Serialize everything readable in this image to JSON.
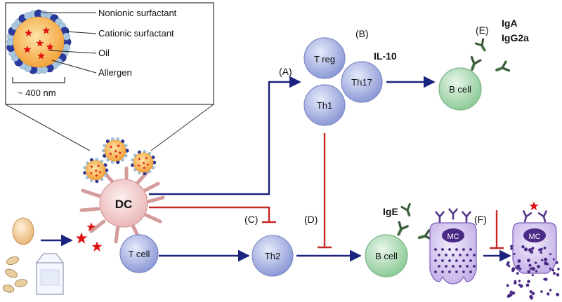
{
  "legend": {
    "nonionic": "Nonionic surfactant",
    "cationic": "Cationic surfactant",
    "oil": "Oil",
    "allergen": "Allergen",
    "size": "~ 400 nm"
  },
  "cells": {
    "dc": "DC",
    "t_cell": "T cell",
    "t_reg": "T reg",
    "th17": "Th17",
    "th1": "Th1",
    "th2": "Th2",
    "b_cell_top": "B cell",
    "b_cell_bottom": "B cell",
    "mc_left": "MC",
    "mc_right": "MC"
  },
  "pathway_labels": {
    "a": "(A)",
    "b": "(B)",
    "c": "(C)",
    "d": "(D)",
    "e": "(E)",
    "f": "(F)"
  },
  "molecules": {
    "il10": "IL-10",
    "iga": "IgA",
    "igg2a": "IgG2a",
    "ige": "IgE"
  },
  "colors": {
    "blue_arrow": "#1a237e",
    "red_inhibit": "#c62828",
    "t_cell_fill": "#b9c3ea",
    "b_cell_fill": "#bfe3c4",
    "dc_fill": "#f6d6d6",
    "oil_fill": "#f7a943",
    "mast_fill": "#d5c5ef",
    "nucleus": "#4a2a86",
    "allergen": "#e01010"
  }
}
